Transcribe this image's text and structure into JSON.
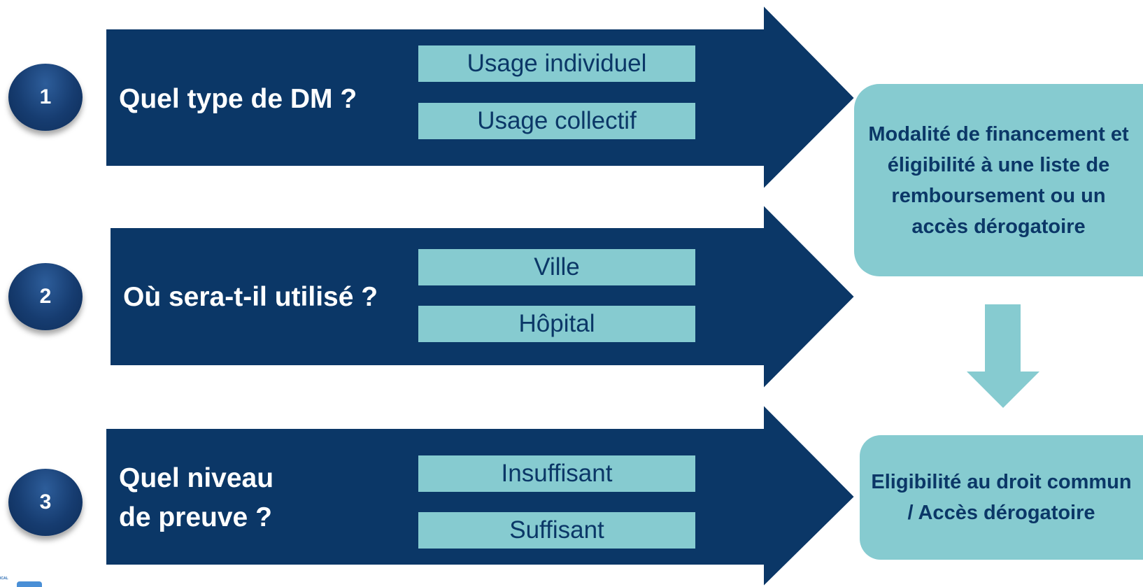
{
  "steps": [
    {
      "number": "1",
      "question": "Quel type de DM ?",
      "options": [
        "Usage individuel",
        "Usage collectif"
      ]
    },
    {
      "number": "2",
      "question": "Où sera-t-il utilisé ?",
      "options": [
        "Ville",
        "Hôpital"
      ]
    },
    {
      "number": "3",
      "question": "Quel niveau\nde preuve ?",
      "options": [
        "Insuffisant",
        "Suffisant"
      ]
    }
  ],
  "results": {
    "top": "Modalité de financement et éligibilité à une liste de remboursement ou un accès dérogatoire",
    "bottom": "Eligibilité au droit commun / Accès dérogatoire"
  },
  "logo_text": "ICAL",
  "colors": {
    "arrow": "#0b3767",
    "option": "#86cbd0",
    "step_circle": "#163c70"
  }
}
